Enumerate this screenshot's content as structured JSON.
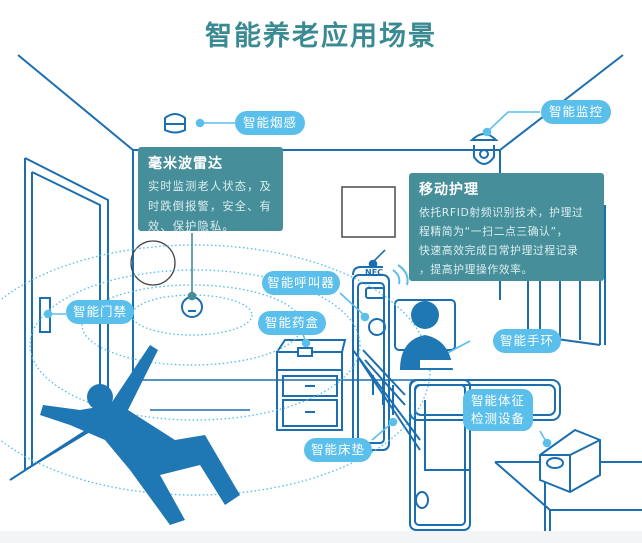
{
  "title": "智能养老应用场景",
  "colors": {
    "title": "#3a8a93",
    "line": "#1b6fb0",
    "pill": "#5bbfec",
    "card": "#468e99",
    "figure": "#1f77b4"
  },
  "cards": {
    "radar": {
      "heading": "毫米波雷达",
      "lines": [
        "实时监测老人状态，及",
        "时跌倒报警，安全、有",
        "效、保护隐私。"
      ]
    },
    "nursing": {
      "heading": "移动护理",
      "lines": [
        "依托RFID射频识别技术，护理过",
        "程精简为“一扫二点三确认”，",
        "快速高效完成日常护理过程记录",
        "，提高护理操作效率。"
      ]
    }
  },
  "labels": {
    "smoke": "智能烟感",
    "monitor": "智能监控",
    "door": "智能门禁",
    "caller": "智能呼叫器",
    "pillbox": "智能药盒",
    "bracelet": "智能手环",
    "vitals_line1": "智能体征",
    "vitals_line2": "检测设备",
    "mattress": "智能床垫"
  },
  "icons": {
    "nfc_text": "NFC",
    "smoke_detector": "smoke-detector-icon",
    "camera": "dome-camera-icon",
    "bell": "bell-icon",
    "radar_sensor": "radar-sensor-icon"
  }
}
